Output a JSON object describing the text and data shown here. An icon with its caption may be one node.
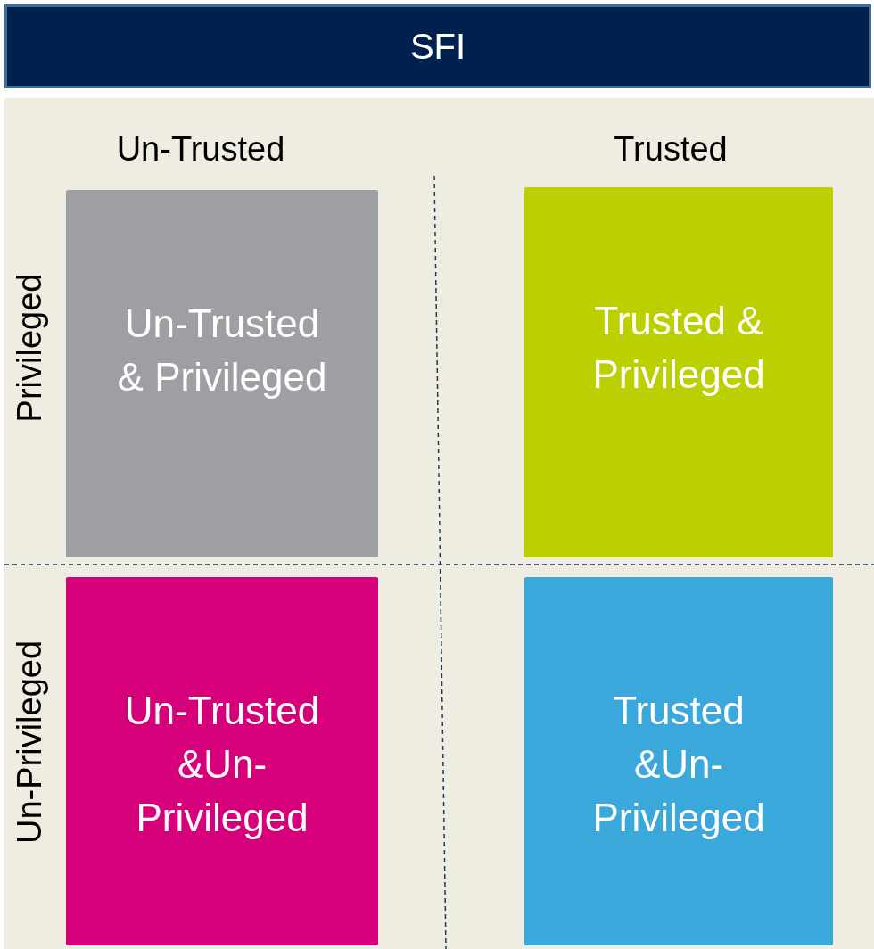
{
  "diagram": {
    "title": "SFI",
    "nodes": [
      {
        "text": [
          "Un-Trusted & Privileged"
        ]
      },
      {
        "text": [
          "Trusted & Privileged"
        ]
      },
      {
        "text": [
          "Un-Trusted &Un-Privileged"
        ]
      },
      {
        "text": [
          "Trusted &Un-Privileged"
        ]
      }
    ],
    "labels": [
      "Un-Trusted",
      "Trusted",
      "Privileged",
      "Un-Privileged"
    ]
  }
}
